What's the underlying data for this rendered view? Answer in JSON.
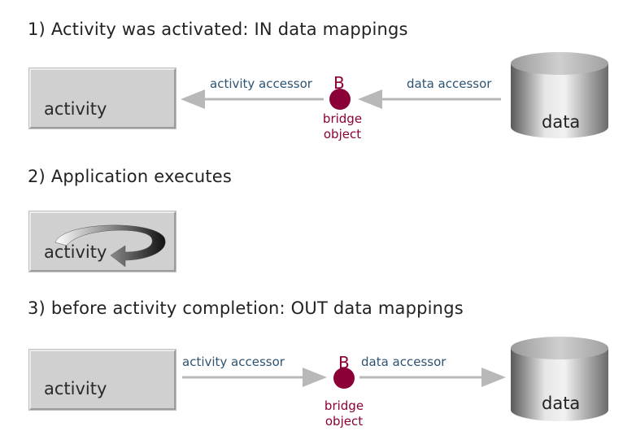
{
  "steps": {
    "step1_title": "1) Activity was activated: IN data mappings",
    "step2_title": "2) Application executes",
    "step3_title": "3) before activity completion: OUT data mappings"
  },
  "labels": {
    "activity": "activity",
    "data": "data",
    "activity_accessor": "activity accessor",
    "data_accessor": "data accessor",
    "bridge_letter": "B",
    "bridge_caption_line1": "bridge",
    "bridge_caption_line2": "object"
  },
  "colors": {
    "bridge": "#8b0037",
    "accessor_text": "#2d5373",
    "arrow": "#b8b8b8",
    "box_fill": "#d0d0d0"
  },
  "icons": [
    "arrow-left-icon",
    "arrow-right-icon",
    "database-cylinder-icon",
    "execute-loop-icon"
  ]
}
